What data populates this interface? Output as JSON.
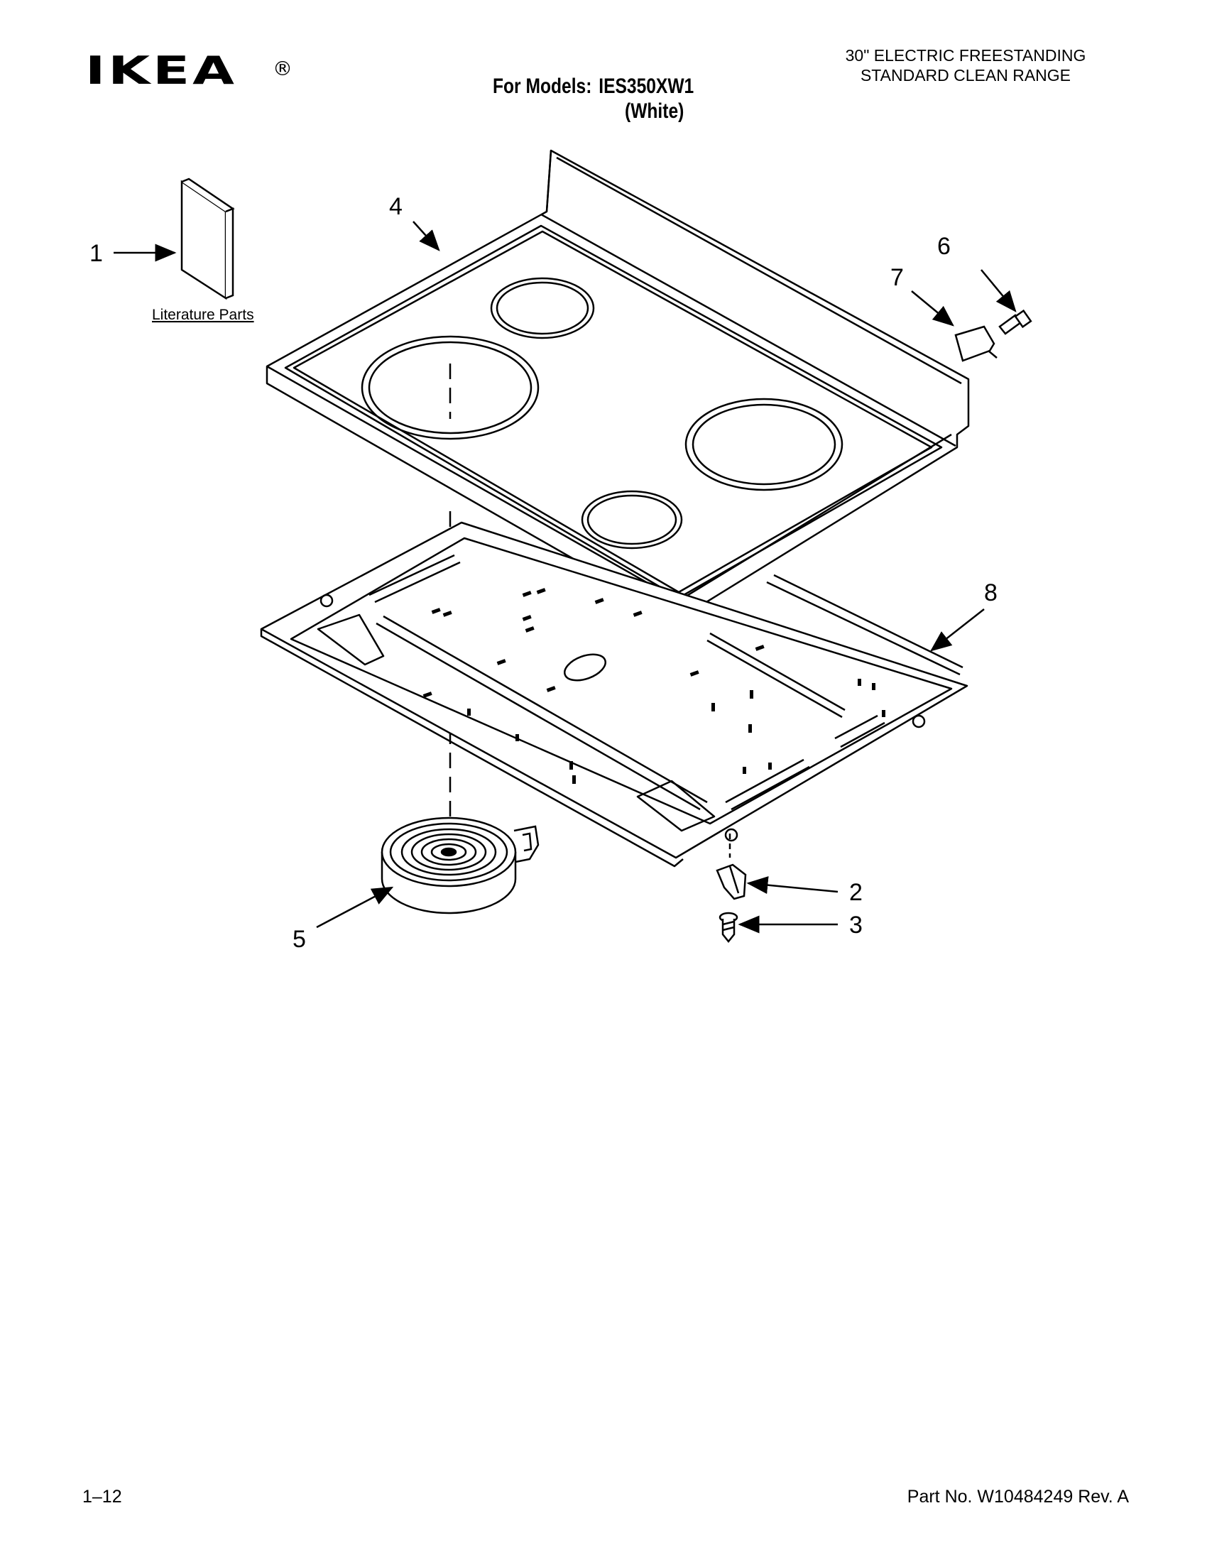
{
  "header": {
    "brand": "IKEA",
    "registered_mark": "®",
    "models_label": "For Models:",
    "model_number": "IES350XW1",
    "color": "(White)",
    "title_line1": "30\" ELECTRIC FREESTANDING",
    "title_line2": "STANDARD CLEAN RANGE"
  },
  "diagram": {
    "literature_label": "Literature Parts",
    "callouts": [
      "1",
      "2",
      "3",
      "4",
      "5",
      "6",
      "7",
      "8"
    ]
  },
  "footer": {
    "page": "1–12",
    "part_number": "Part No. W10484249 Rev. A"
  }
}
